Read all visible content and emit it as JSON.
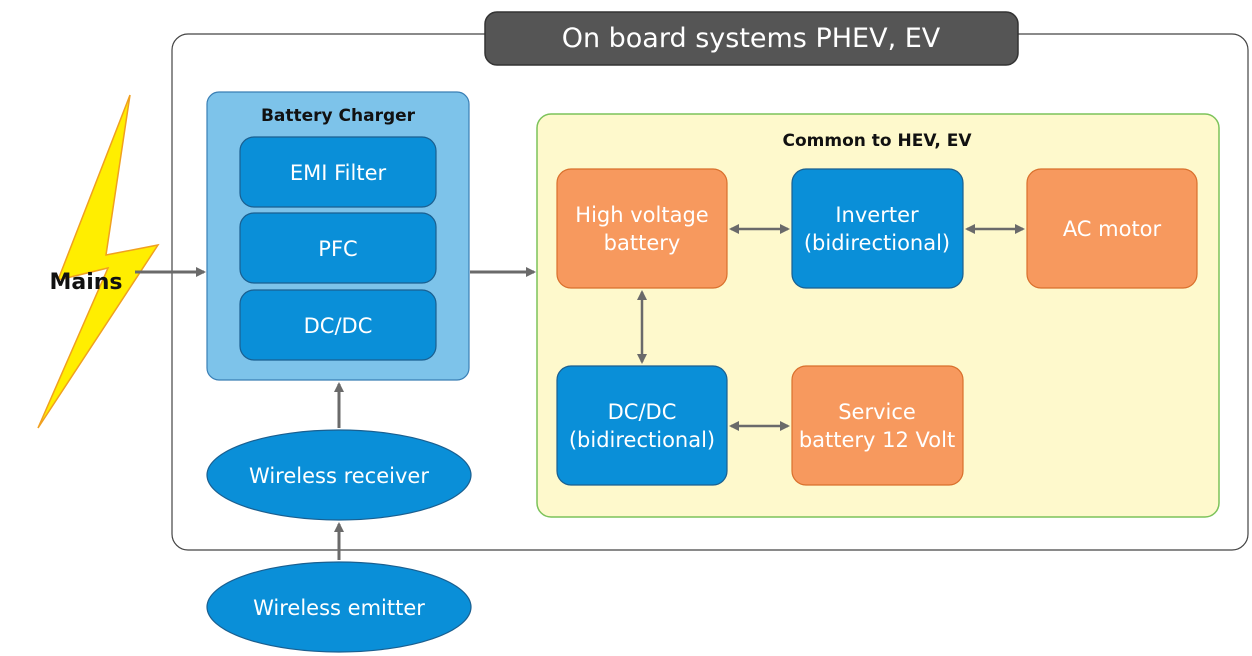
{
  "title": "On board systems PHEV, EV",
  "mains": {
    "label": "Mains"
  },
  "charger": {
    "title": "Battery Charger",
    "stages": [
      "EMI Filter",
      "PFC",
      "DC/DC"
    ]
  },
  "common": {
    "title": "Common to HEV, EV",
    "hv_battery": [
      "High voltage",
      "battery"
    ],
    "inverter": [
      "Inverter",
      "(bidirectional)"
    ],
    "ac_motor": "AC motor",
    "dcdc": [
      "DC/DC",
      "(bidirectional)"
    ],
    "service_battery": [
      "Service",
      "battery 12 Volt"
    ]
  },
  "wireless": {
    "receiver": "Wireless receiver",
    "emitter": "Wireless emitter"
  },
  "colors": {
    "title_bg": "#555555",
    "charger_bg": "#7dc3ea",
    "block_blue": "#0a8fd8",
    "common_bg": "#fef9cc",
    "common_border": "#7cc35a",
    "block_orange": "#f7995e",
    "bolt": "#ffee00",
    "bolt_stroke": "#f0a020",
    "arrow": "#6a6a6a"
  }
}
